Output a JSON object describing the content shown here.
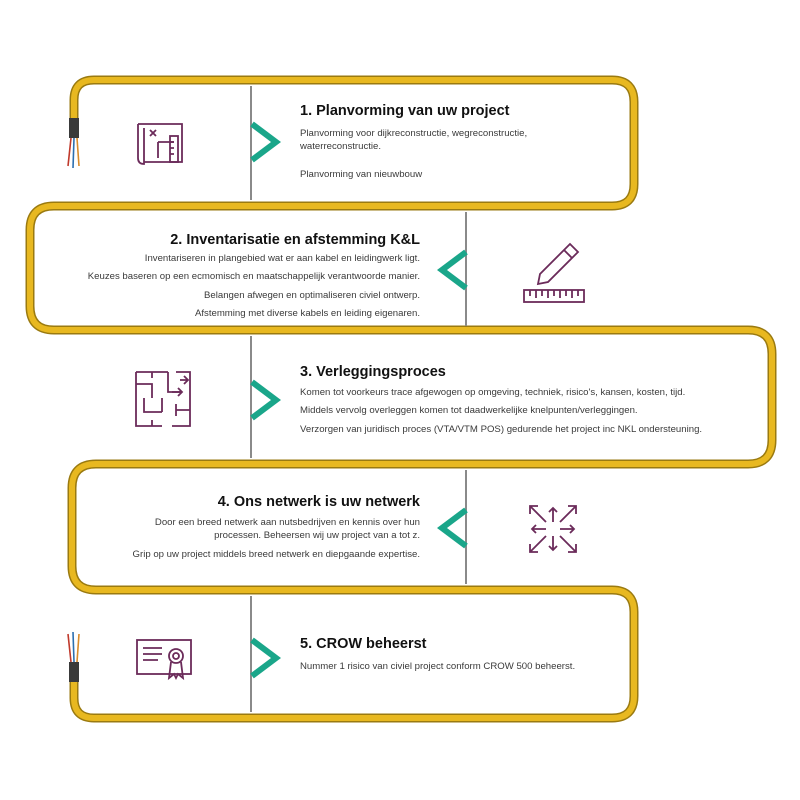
{
  "colors": {
    "cable": "#e8b820",
    "cable_edge": "#9a7a10",
    "divider": "#8a8a8a",
    "chevron": "#1aa68a",
    "icon": "#6b2b5a"
  },
  "steps": [
    {
      "title": "1. Planvorming van uw project",
      "icon": "blueprint-icon",
      "lines": [
        "Planvorming voor dijkreconstructie, wegreconstructie, waterreconstructie.",
        "Planvorming van nieuwbouw"
      ]
    },
    {
      "title": "2. Inventarisatie en afstemming K&L",
      "icon": "pencil-ruler-icon",
      "lines": [
        "Inventariseren in plangebied wat er aan kabel en leidingwerk ligt.",
        "Keuzes baseren op een ecmomisch en maatschappelijk verantwoorde manier.",
        "Belangen afwegen en optimaliseren civiel ontwerp.",
        "Afstemming met diverse kabels en leiding eigenaren."
      ]
    },
    {
      "title": "3. Verleggingsproces",
      "icon": "maze-icon",
      "lines": [
        "Komen tot voorkeurs trace afgewogen op omgeving, techniek, risico's, kansen, kosten, tijd.",
        "Middels vervolg overleggen komen tot daadwerkelijke knelpunten/verleggingen.",
        "Verzorgen van juridisch proces (VTA/VTM POS) gedurende het project inc NKL ondersteuning."
      ]
    },
    {
      "title": "4. Ons netwerk is uw netwerk",
      "icon": "network-arrows-icon",
      "lines": [
        "Door een breed netwerk aan nutsbedrijven en kennis over hun processen. Beheersen wij uw project van a tot z.",
        "Grip op uw project middels breed netwerk en diepgaande expertise."
      ]
    },
    {
      "title": "5. CROW beheerst",
      "icon": "certificate-icon",
      "lines": [
        "Nummer 1 risico van civiel project conform CROW 500 beheerst."
      ]
    }
  ]
}
